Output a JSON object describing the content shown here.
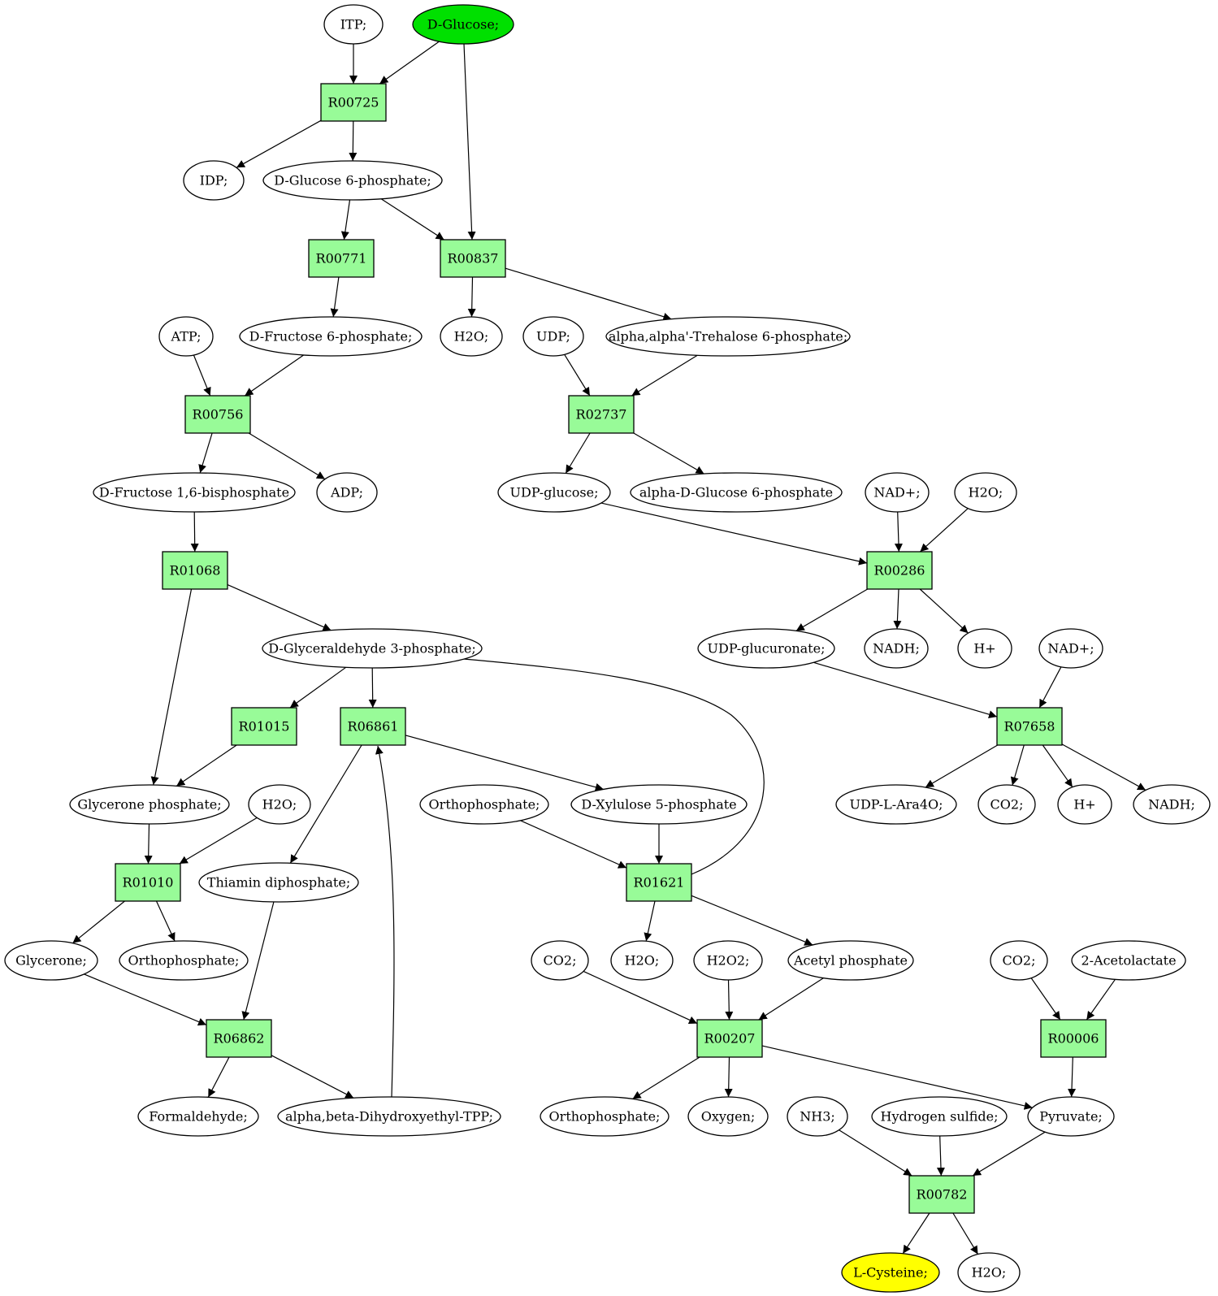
{
  "colors": {
    "start": "#00e000",
    "target": "#ffff00",
    "reaction": "#98fb98",
    "compound": "#ffffff",
    "stroke": "#000000"
  },
  "reactions": [
    {
      "id": "r_R00725",
      "label": "R00725"
    },
    {
      "id": "r_R00837",
      "label": "R00837"
    },
    {
      "id": "r_R00771",
      "label": "R00771"
    },
    {
      "id": "r_R00756",
      "label": "R00756"
    },
    {
      "id": "r_R02737",
      "label": "R02737"
    },
    {
      "id": "r_R01068",
      "label": "R01068"
    },
    {
      "id": "r_R00286",
      "label": "R00286"
    },
    {
      "id": "r_R01015",
      "label": "R01015"
    },
    {
      "id": "r_R06861",
      "label": "R06861"
    },
    {
      "id": "r_R07658",
      "label": "R07658"
    },
    {
      "id": "r_R01010",
      "label": "R01010"
    },
    {
      "id": "r_R01621",
      "label": "R01621"
    },
    {
      "id": "r_R06862",
      "label": "R06862"
    },
    {
      "id": "r_R00207",
      "label": "R00207"
    },
    {
      "id": "r_R00006",
      "label": "R00006"
    },
    {
      "id": "r_R00782",
      "label": "R00782"
    }
  ],
  "compounds": [
    {
      "id": "c_itp",
      "label": "ITP;",
      "role": "normal"
    },
    {
      "id": "c_dglucose",
      "label": "D-Glucose;",
      "role": "start"
    },
    {
      "id": "c_idp",
      "label": "IDP;",
      "role": "normal"
    },
    {
      "id": "c_g6p",
      "label": "D-Glucose 6-phosphate;",
      "role": "normal"
    },
    {
      "id": "c_atp",
      "label": "ATP;",
      "role": "normal"
    },
    {
      "id": "c_f6p",
      "label": "D-Fructose 6-phosphate;",
      "role": "normal"
    },
    {
      "id": "c_h2o_1",
      "label": "H2O;",
      "role": "normal"
    },
    {
      "id": "c_udp",
      "label": "UDP;",
      "role": "normal"
    },
    {
      "id": "c_tre6p",
      "label": "alpha,alpha'-Trehalose 6-phosphate;",
      "role": "normal"
    },
    {
      "id": "c_fbp",
      "label": "D-Fructose 1,6-bisphosphate",
      "role": "normal"
    },
    {
      "id": "c_adp",
      "label": "ADP;",
      "role": "normal"
    },
    {
      "id": "c_udpglc",
      "label": "UDP-glucose;",
      "role": "normal"
    },
    {
      "id": "c_adg6p",
      "label": "alpha-D-Glucose 6-phosphate",
      "role": "normal"
    },
    {
      "id": "c_nad_1",
      "label": "NAD+;",
      "role": "normal"
    },
    {
      "id": "c_h2o_2",
      "label": "H2O;",
      "role": "normal"
    },
    {
      "id": "c_gap",
      "label": "D-Glyceraldehyde 3-phosphate;",
      "role": "normal"
    },
    {
      "id": "c_udpglcur",
      "label": "UDP-glucuronate;",
      "role": "normal"
    },
    {
      "id": "c_nadh_1",
      "label": "NADH;",
      "role": "normal"
    },
    {
      "id": "c_hplus_1",
      "label": "H+",
      "role": "normal"
    },
    {
      "id": "c_nad_2",
      "label": "NAD+;",
      "role": "normal"
    },
    {
      "id": "c_glyp",
      "label": "Glycerone phosphate;",
      "role": "normal"
    },
    {
      "id": "c_h2o_3",
      "label": "H2O;",
      "role": "normal"
    },
    {
      "id": "c_pi_1",
      "label": "Orthophosphate;",
      "role": "normal"
    },
    {
      "id": "c_x5p",
      "label": "D-Xylulose 5-phosphate",
      "role": "normal"
    },
    {
      "id": "c_udpara",
      "label": "UDP-L-Ara4O;",
      "role": "normal"
    },
    {
      "id": "c_co2_1",
      "label": "CO2;",
      "role": "normal"
    },
    {
      "id": "c_hplus_2",
      "label": "H+",
      "role": "normal"
    },
    {
      "id": "c_nadh_2",
      "label": "NADH;",
      "role": "normal"
    },
    {
      "id": "c_tpp",
      "label": "Thiamin diphosphate;",
      "role": "normal"
    },
    {
      "id": "c_glycerone",
      "label": "Glycerone;",
      "role": "normal"
    },
    {
      "id": "c_pi_2",
      "label": "Orthophosphate;",
      "role": "normal"
    },
    {
      "id": "c_co2_2",
      "label": "CO2;",
      "role": "normal"
    },
    {
      "id": "c_h2o_4",
      "label": "H2O;",
      "role": "normal"
    },
    {
      "id": "c_h2o2",
      "label": "H2O2;",
      "role": "normal"
    },
    {
      "id": "c_acp",
      "label": "Acetyl phosphate",
      "role": "normal"
    },
    {
      "id": "c_co2_3",
      "label": "CO2;",
      "role": "normal"
    },
    {
      "id": "c_acetolac",
      "label": "2-Acetolactate",
      "role": "normal"
    },
    {
      "id": "c_formald",
      "label": "Formaldehyde;",
      "role": "normal"
    },
    {
      "id": "c_dhetpp",
      "label": "alpha,beta-Dihydroxyethyl-TPP;",
      "role": "normal"
    },
    {
      "id": "c_pi_3",
      "label": "Orthophosphate;",
      "role": "normal"
    },
    {
      "id": "c_oxygen",
      "label": "Oxygen;",
      "role": "normal"
    },
    {
      "id": "c_nh3",
      "label": "NH3;",
      "role": "normal"
    },
    {
      "id": "c_h2s",
      "label": "Hydrogen sulfide;",
      "role": "normal"
    },
    {
      "id": "c_pyr",
      "label": "Pyruvate;",
      "role": "normal"
    },
    {
      "id": "c_cys",
      "label": "L-Cysteine;",
      "role": "target"
    },
    {
      "id": "c_h2o_5",
      "label": "H2O;",
      "role": "normal"
    }
  ],
  "edges": [
    [
      "c_itp",
      "r_R00725"
    ],
    [
      "c_dglucose",
      "r_R00725"
    ],
    [
      "c_dglucose",
      "r_R00837"
    ],
    [
      "r_R00725",
      "c_idp"
    ],
    [
      "r_R00725",
      "c_g6p"
    ],
    [
      "c_g6p",
      "r_R00771"
    ],
    [
      "c_g6p",
      "r_R00837"
    ],
    [
      "r_R00771",
      "c_f6p"
    ],
    [
      "r_R00837",
      "c_h2o_1"
    ],
    [
      "r_R00837",
      "c_tre6p"
    ],
    [
      "c_atp",
      "r_R00756"
    ],
    [
      "c_f6p",
      "r_R00756"
    ],
    [
      "c_udp",
      "r_R02737"
    ],
    [
      "c_tre6p",
      "r_R02737"
    ],
    [
      "r_R00756",
      "c_fbp"
    ],
    [
      "r_R00756",
      "c_adp"
    ],
    [
      "r_R02737",
      "c_udpglc"
    ],
    [
      "r_R02737",
      "c_adg6p"
    ],
    [
      "c_fbp",
      "r_R01068"
    ],
    [
      "c_udpglc",
      "r_R00286"
    ],
    [
      "c_nad_1",
      "r_R00286"
    ],
    [
      "c_h2o_2",
      "r_R00286"
    ],
    [
      "r_R01068",
      "c_gap"
    ],
    [
      "r_R01068",
      "c_glyp"
    ],
    [
      "r_R00286",
      "c_udpglcur"
    ],
    [
      "r_R00286",
      "c_nadh_1"
    ],
    [
      "r_R00286",
      "c_hplus_1"
    ],
    [
      "c_gap",
      "r_R01015"
    ],
    [
      "c_gap",
      "r_R06861"
    ],
    [
      "c_udpglcur",
      "r_R07658"
    ],
    [
      "c_nad_2",
      "r_R07658"
    ],
    [
      "r_R01015",
      "c_glyp"
    ],
    [
      "r_R06861",
      "c_x5p"
    ],
    [
      "r_R06861",
      "c_tpp"
    ],
    [
      "r_R07658",
      "c_udpara"
    ],
    [
      "r_R07658",
      "c_co2_1"
    ],
    [
      "r_R07658",
      "c_hplus_2"
    ],
    [
      "r_R07658",
      "c_nadh_2"
    ],
    [
      "c_glyp",
      "r_R01010"
    ],
    [
      "c_h2o_3",
      "r_R01010"
    ],
    [
      "c_pi_1",
      "r_R01621"
    ],
    [
      "c_x5p",
      "r_R01621"
    ],
    [
      "r_R01621",
      "c_gap"
    ],
    [
      "r_R01010",
      "c_glycerone"
    ],
    [
      "r_R01010",
      "c_pi_2"
    ],
    [
      "r_R01621",
      "c_h2o_4"
    ],
    [
      "r_R01621",
      "c_acp"
    ],
    [
      "c_glycerone",
      "r_R06862"
    ],
    [
      "c_tpp",
      "r_R06862"
    ],
    [
      "c_co2_2",
      "r_R00207"
    ],
    [
      "c_h2o2",
      "r_R00207"
    ],
    [
      "c_acp",
      "r_R00207"
    ],
    [
      "c_co2_3",
      "r_R00006"
    ],
    [
      "c_acetolac",
      "r_R00006"
    ],
    [
      "r_R06862",
      "c_formald"
    ],
    [
      "r_R06862",
      "c_dhetpp"
    ],
    [
      "c_dhetpp",
      "r_R06861"
    ],
    [
      "r_R00207",
      "c_pi_3"
    ],
    [
      "r_R00207",
      "c_oxygen"
    ],
    [
      "r_R00207",
      "c_pyr"
    ],
    [
      "r_R00006",
      "c_pyr"
    ],
    [
      "c_nh3",
      "r_R00782"
    ],
    [
      "c_h2s",
      "r_R00782"
    ],
    [
      "c_pyr",
      "r_R00782"
    ],
    [
      "r_R00782",
      "c_cys"
    ],
    [
      "r_R00782",
      "c_h2o_5"
    ]
  ]
}
